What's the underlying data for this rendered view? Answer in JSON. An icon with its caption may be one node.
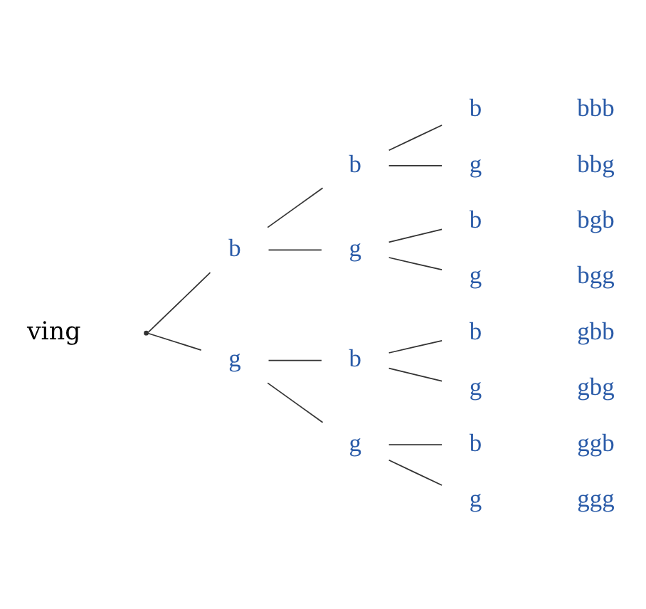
{
  "diagram": {
    "nodes": [
      {
        "text": [],
        "shape": "point"
      },
      {
        "text": [
          "b"
        ]
      },
      {
        "text": [
          "g"
        ]
      },
      {
        "text": [
          "b"
        ]
      },
      {
        "text": [
          "g"
        ]
      },
      {
        "text": [
          "b"
        ]
      },
      {
        "text": [
          "g"
        ]
      },
      {
        "text": [
          "b"
        ]
      },
      {
        "text": [
          "g"
        ]
      },
      {
        "text": [
          "b"
        ]
      },
      {
        "text": [
          "g"
        ]
      },
      {
        "text": [
          "b"
        ]
      },
      {
        "text": [
          "g"
        ]
      },
      {
        "text": [
          "b"
        ]
      },
      {
        "text": [
          "g"
        ]
      }
    ],
    "edges": [
      {
        "from": 0,
        "to": 1,
        "arrow": "none"
      },
      {
        "from": 0,
        "to": 2,
        "arrow": "none"
      },
      {
        "from": 1,
        "to": 3,
        "arrow": "none"
      },
      {
        "from": 1,
        "to": 4,
        "arrow": "none"
      },
      {
        "from": 2,
        "to": 5,
        "arrow": "none"
      },
      {
        "from": 2,
        "to": 6,
        "arrow": "none"
      },
      {
        "from": 3,
        "to": 7,
        "arrow": "none"
      },
      {
        "from": 3,
        "to": 8,
        "arrow": "none"
      },
      {
        "from": 4,
        "to": 9,
        "arrow": "none"
      },
      {
        "from": 4,
        "to": 10,
        "arrow": "none"
      },
      {
        "from": 5,
        "to": 11,
        "arrow": "none"
      },
      {
        "from": 5,
        "to": 12,
        "arrow": "none"
      },
      {
        "from": 6,
        "to": 13,
        "arrow": "none"
      },
      {
        "from": 6,
        "to": 14,
        "arrow": "none"
      }
    ],
    "labels": [
      "ving",
      "bbb",
      "bbg",
      "bgb",
      "bgg",
      "gbb",
      "gbg",
      "ggb",
      "ggg"
    ]
  }
}
